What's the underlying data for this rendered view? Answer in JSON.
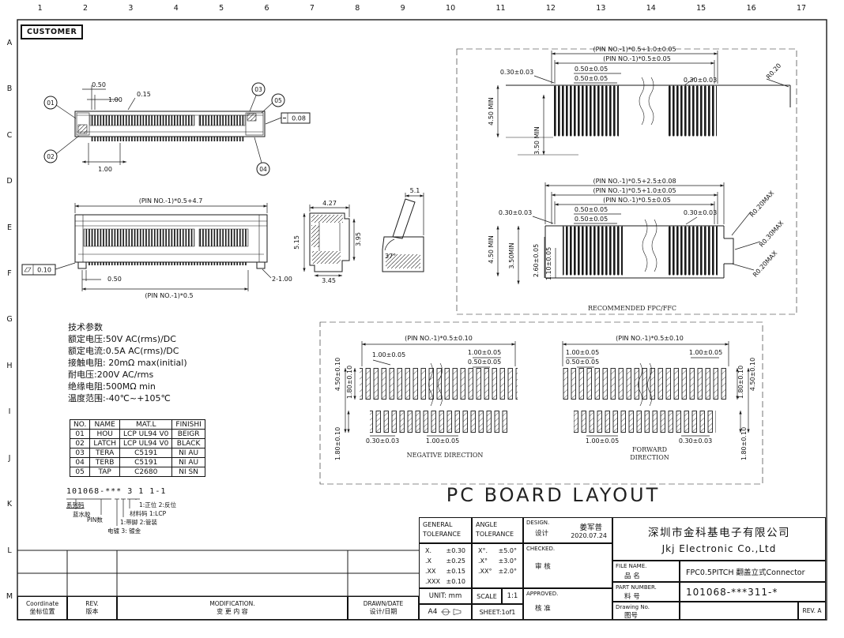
{
  "frame": {
    "customer": "CUSTOMER",
    "cols": [
      "1",
      "2",
      "3",
      "4",
      "5",
      "6",
      "7",
      "8",
      "9",
      "10",
      "11",
      "12",
      "13",
      "14",
      "15",
      "16",
      "17"
    ],
    "rows": [
      "A",
      "B",
      "C",
      "D",
      "E",
      "F",
      "G",
      "H",
      "I",
      "J",
      "K",
      "L",
      "M"
    ]
  },
  "top_view": {
    "dim_050": "0.50",
    "dim_100_top": "1.00",
    "dim_015": "0.15",
    "dim_008": "0.08",
    "dim_100_bottom": "1.00",
    "balloon_01": "01",
    "balloon_02": "02",
    "balloon_03": "03",
    "balloon_04": "04",
    "balloon_05": "05"
  },
  "front_view": {
    "dim_total": "(PIN NO.-1)*0.5+4.7",
    "flatness": "0.10",
    "dim_050": "0.50",
    "dim_pitch": "(PIN NO.-1)*0.5",
    "dim_2x100": "2-1.00"
  },
  "section_view": {
    "dim_427": "4.27",
    "dim_515": "5.15",
    "dim_395": "3.95",
    "dim_345": "3.45"
  },
  "open_view": {
    "dim_51": "5.1",
    "angle": "37°"
  },
  "fpc_top": {
    "dim_total": "(PIN NO.-1)*0.5+1.0±0.05",
    "dim_pitch": "(PIN NO.-1)*0.5±0.05",
    "dim_050_a": "0.50±0.05",
    "dim_050_b": "0.50±0.05",
    "dim_030_left": "0.30±0.03",
    "dim_030_right": "0.30±0.03",
    "r020": "R0.20",
    "dim_450min": "4.50 MIN",
    "dim_350min": "3.50 MIN"
  },
  "fpc_bottom": {
    "dim_total_25": "(PIN NO.-1)*0.5+2.5±0.08",
    "dim_total_10": "(PIN NO.-1)*0.5+1.0±0.05",
    "dim_pitch": "(PIN NO.-1)*0.5±0.05",
    "dim_050_a": "0.50±0.05",
    "dim_050_b": "0.50±0.05",
    "dim_030_left": "0.30±0.03",
    "dim_030_right": "0.30±0.03",
    "r020max_top": "R0.20MAX",
    "r030max": "R0.30MAX",
    "r020max_bottom": "R0.20MAX",
    "dim_450min": "4.50 MIN",
    "dim_350min": "3.50MIN",
    "dim_260": "2.60±0.05",
    "dim_110": "1.10±0.05",
    "caption": "RECOMMENDED FPC/FFC"
  },
  "pcb": {
    "title": "PC BOARD LAYOUT",
    "negative": {
      "dim_pitch": "(PIN NO.-1)*0.5±0.10",
      "dim_100_left": "1.00±0.05",
      "dim_100_right": "1.00±0.05",
      "dim_050_right": "0.50±0.05",
      "dim_030_bottom": "0.30±0.03",
      "dim_100_bottom": "1.00±0.05",
      "dim_450": "4.50±0.10",
      "dim_180_top": "1.80±0.10",
      "dim_180_bottom": "1.80±0.10",
      "caption": "NEGATIVE DIRECTION"
    },
    "forward": {
      "dim_pitch": "(PIN NO.-1)*0.5±0.10",
      "dim_100_left": "1.00±0.05",
      "dim_050_left": "0.50±0.05",
      "dim_100_right": "1.00±0.05",
      "dim_100_bottom": "1.00±0.05",
      "dim_030_bottom": "0.30±0.03",
      "dim_180_top": "1.80±0.10",
      "dim_450": "4.50±0.10",
      "dim_180_bottom": "1.80±0.10",
      "caption_line1": "FORWARD",
      "caption_line2": "DIRECTION"
    }
  },
  "tech_params": {
    "title": "技术参数",
    "lines": [
      "额定电压:50V AC(rms)/DC",
      "额定电流:0.5A AC(rms)/DC",
      "接触电阻: 20mΩ max(initial)",
      "耐电压:200V AC/rms",
      "绝缘电阻:500MΩ min",
      "温度范围:-40℃~+105℃"
    ]
  },
  "parts_table": {
    "headers": [
      "NO.",
      "NAME",
      "MAT.L",
      "FINISHI"
    ],
    "rows": [
      [
        "01",
        "HOU",
        "LCP UL94 V0",
        "BEIGR"
      ],
      [
        "02",
        "LATCH",
        "LCP UL94 V0",
        "BLACK"
      ],
      [
        "03",
        "TERA",
        "C5191",
        "NI AU"
      ],
      [
        "04",
        "TERB",
        "C5191",
        "NI AU"
      ],
      [
        "05",
        "TAP",
        "C2680",
        "NI SN"
      ]
    ]
  },
  "part_code": {
    "code": "101068-*** 3 1 1-1",
    "label_series": "系列码",
    "label_glue": "蓝水胶",
    "label_pins": "PIN数",
    "label_plating": "电镀 3: 镀金",
    "label_packing": "1:带脚 2:管装",
    "label_material": "材料码 1:LCP",
    "label_direction": "1:正位 2:反位"
  },
  "title_block": {
    "general_tol_1": "GENERAL",
    "general_tol_2": "TOLERANCE",
    "angle_tol_1": "ANGLE",
    "angle_tol_2": "TOLERANCE",
    "gen_rows": [
      [
        "X.",
        "±0.30"
      ],
      [
        ".X",
        "±0.25"
      ],
      [
        ".XX",
        "±0.15"
      ],
      [
        ".XXX",
        "±0.10"
      ]
    ],
    "ang_rows": [
      [
        "X°.",
        "±5.0°"
      ],
      [
        ".X°",
        "±3.0°"
      ],
      [
        ".XX°",
        "±2.0°"
      ]
    ],
    "design_label": "DESIGN.",
    "design_cn": "设计",
    "designer": "姜军普",
    "design_date": "2020.07.24",
    "checked_label": "CHECKED.",
    "checked_cn": "审 核",
    "approved_label": "APPROVED.",
    "approved_cn": "核 准",
    "unit": "UNIT: mm",
    "scale_label": "SCALE",
    "scale_value": "1:1",
    "sheet": "SHEET:1of1",
    "paper": "A4",
    "company_cn": "深圳市金科基电子有限公司",
    "company_en": "Jkj Electronic Co.,Ltd",
    "file_label": "FILE NAME.",
    "file_cn": "品 名",
    "file_value": "FPC0.5PITCH 翻盖立式Connector",
    "pn_label": "PART NUMBER.",
    "pn_cn": "料 号",
    "pn_value": "101068-***311-*",
    "dwg_label": "Drawing No.",
    "dwg_cn": "图号",
    "rev": "REV. A"
  },
  "revision_strip": {
    "coordinate_en": "Coordinate",
    "coordinate_cn": "坐标位置",
    "rev_en": "REV.",
    "rev_cn": "版本",
    "modification_en": "MODIFICATION.",
    "modification_cn": "变 更 内 容",
    "drawn_en": "DRAWN/DATE",
    "drawn_cn": "设计/日期"
  }
}
